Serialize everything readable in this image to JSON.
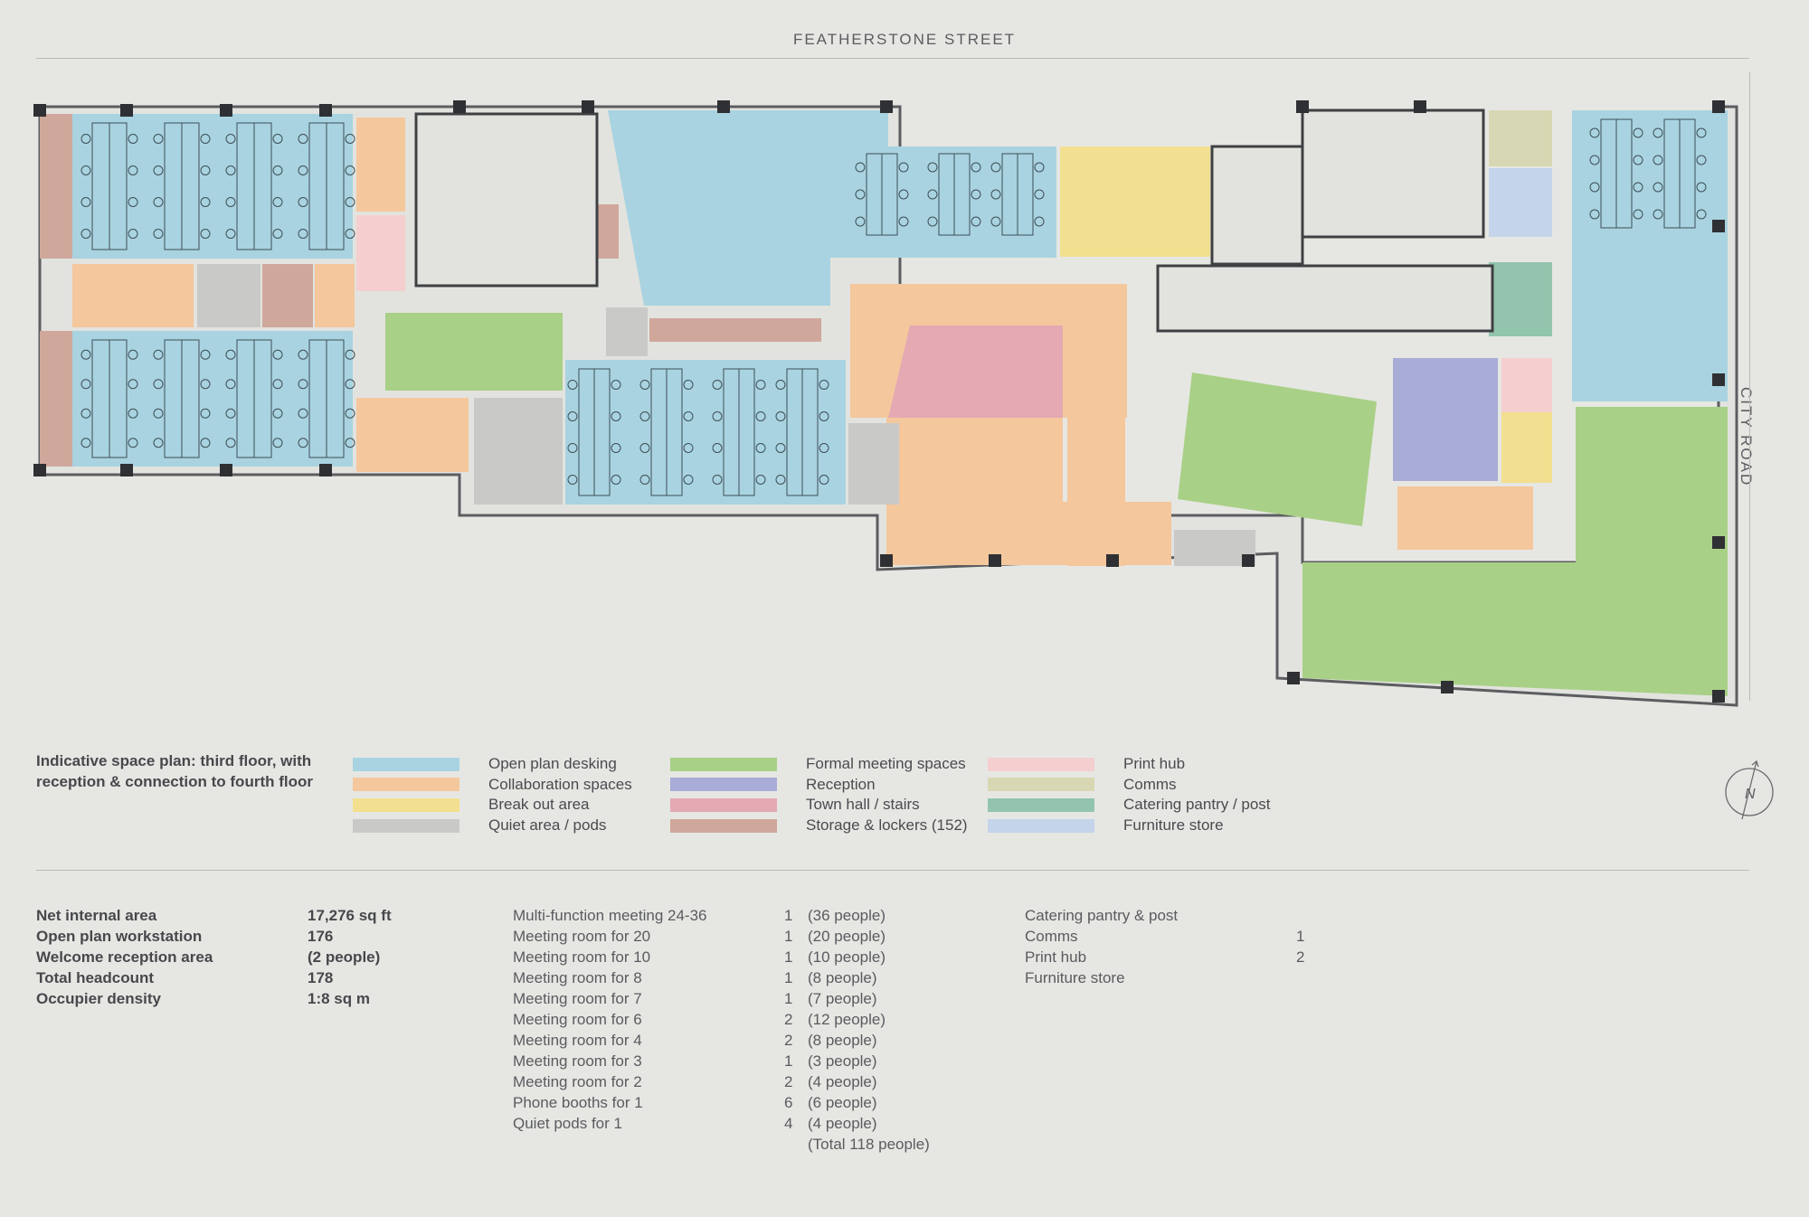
{
  "streets": {
    "top": "FEATHERSTONE STREET",
    "side": "CITY ROAD"
  },
  "legend": {
    "title": "Indicative space plan: third floor, with reception & connection to fourth floor",
    "columns": [
      [
        {
          "label": "Open plan desking",
          "color": "#a9d3e0"
        },
        {
          "label": "Collaboration spaces",
          "color": "#f4c79c"
        },
        {
          "label": "Break out area",
          "color": "#f2df8f"
        },
        {
          "label": "Quiet area / pods",
          "color": "#c9c9c7"
        }
      ],
      [
        {
          "label": "Formal meeting spaces",
          "color": "#a9d087"
        },
        {
          "label": "Reception",
          "color": "#a9acd6"
        },
        {
          "label": "Town hall / stairs",
          "color": "#e4a9b3"
        },
        {
          "label": "Storage & lockers (152)",
          "color": "#cfa79b"
        }
      ],
      [
        {
          "label": "Print hub",
          "color": "#f5cfcf"
        },
        {
          "label": "Comms",
          "color": "#d7d8b3"
        },
        {
          "label": "Catering pantry / post",
          "color": "#93c4ad"
        },
        {
          "label": "Furniture store",
          "color": "#c4d4ea"
        }
      ]
    ]
  },
  "compass": {
    "label": "N"
  },
  "summary": [
    {
      "label": "Net internal area",
      "value": "17,276 sq ft"
    },
    {
      "label": "Open plan workstation",
      "value": "176"
    },
    {
      "label": "Welcome reception area",
      "value": "(2 people)"
    },
    {
      "label": "Total headcount",
      "value": "178"
    },
    {
      "label": "Occupier density",
      "value": "1:8 sq m"
    }
  ],
  "meetings": [
    {
      "label": "Multi-function meeting 24-36",
      "count": "1",
      "people": "(36 people)"
    },
    {
      "label": "Meeting room for 20",
      "count": "1",
      "people": "(20 people)"
    },
    {
      "label": "Meeting room for 10",
      "count": "1",
      "people": "(10 people)"
    },
    {
      "label": "Meeting room for 8",
      "count": "1",
      "people": "(8 people)"
    },
    {
      "label": "Meeting room for 7",
      "count": "1",
      "people": "(7 people)"
    },
    {
      "label": "Meeting room for 6",
      "count": "2",
      "people": "(12 people)"
    },
    {
      "label": "Meeting room for 4",
      "count": "2",
      "people": "(8 people)"
    },
    {
      "label": "Meeting room for 3",
      "count": "1",
      "people": "(3 people)"
    },
    {
      "label": "Meeting room for 2",
      "count": "2",
      "people": "(4 people)"
    },
    {
      "label": "Phone booths for 1",
      "count": "6",
      "people": "(6 people)"
    },
    {
      "label": "Quiet pods for 1",
      "count": "4",
      "people": "(4 people)"
    },
    {
      "label": "",
      "count": "",
      "people": "(Total 118 people)"
    }
  ],
  "facilities": [
    {
      "label": "Catering pantry & post",
      "count": ""
    },
    {
      "label": "Comms",
      "count": "1"
    },
    {
      "label": "Print hub",
      "count": "2"
    },
    {
      "label": "Furniture store",
      "count": ""
    }
  ]
}
